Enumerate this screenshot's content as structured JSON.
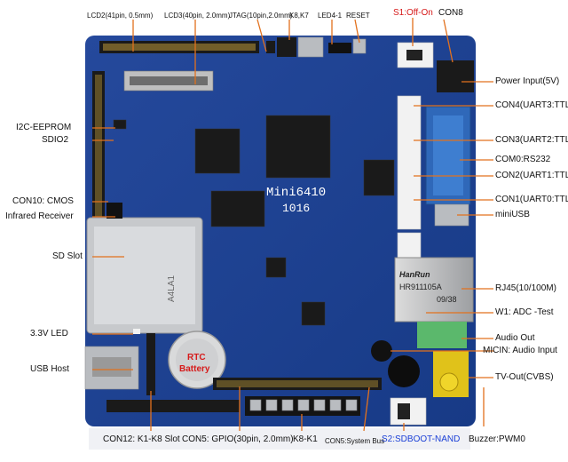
{
  "labels": {
    "lcd2": "LCD2(41pin, 0.5mm)",
    "lcd3": "LCD3(40pin, 2.0mm)",
    "jtag": "JTAG(10pin,2.0mm)",
    "k8k7": "K8,K7",
    "led4_1": "LED4-1",
    "reset": "RESET",
    "s1": "S1:Off-On",
    "con8": "CON8",
    "power": "Power Input(5V)",
    "i2c": "I2C-EEPROM",
    "sdio2": "SDIO2",
    "con4": "CON4(UART3:TTL)",
    "con3": "CON3(UART2:TTL)",
    "con0": "COM0:RS232",
    "con2": "CON2(UART1:TTL)",
    "con10": "CON10: CMOS",
    "con1": "CON1(UART0:TTL)",
    "ir": "Infrared Receiver",
    "miniusb": "miniUSB",
    "sdslot": "SD Slot",
    "rj45": "RJ45(10/100M)",
    "w1": "W1: ADC -Test",
    "led33": "3.3V LED",
    "audioout": "Audio Out",
    "micin": "MICIN: Audio Input",
    "usbhost": "USB Host",
    "tvout": "TV-Out(CVBS)",
    "con12": "CON12: K1-K8 Slot",
    "con5gpio": "CON5: GPIO(30pin, 2.0mm)",
    "k8k1": "K8-K1",
    "con5bus": "CON5:System Bus",
    "s2": "S2:SDBOOT-NAND",
    "buzzer": "Buzzer:PWM0"
  },
  "board": {
    "name": "Mini6410",
    "number": "1016",
    "rtc": "RTC",
    "battery": "Battery",
    "hanrun": "HanRun",
    "hanrun_part": "HR911105A",
    "hanrun_date": "09/38",
    "sd_text": "A4LA1"
  },
  "colors": {
    "pcb": "#1c3f8f",
    "leader": "#e2711d",
    "s1": "#d61a1a",
    "s2": "#1a3fd6"
  }
}
